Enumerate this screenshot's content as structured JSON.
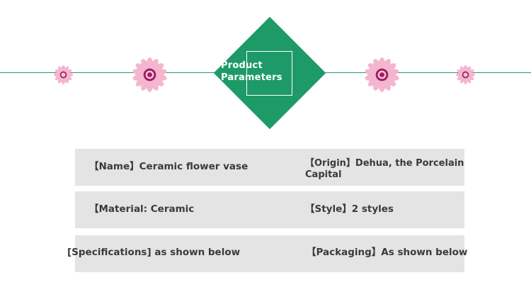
{
  "header": {
    "title_line1": "Product",
    "title_line2": "Parameters"
  },
  "colors": {
    "accent": "#1e9a68",
    "flower_petal": "#f4b6cf",
    "flower_center": "#a01d63",
    "row_background": "#e4e4e4"
  },
  "params": {
    "name": "【Name】Ceramic flower vase",
    "origin_line1": "【Origin】Dehua, the Porcelain",
    "origin_line2": "Capital",
    "material": "【Material: Ceramic",
    "style": "【Style】2 styles",
    "specifications": "[Specifications] as shown below",
    "packaging": "【Packaging】As shown below"
  }
}
